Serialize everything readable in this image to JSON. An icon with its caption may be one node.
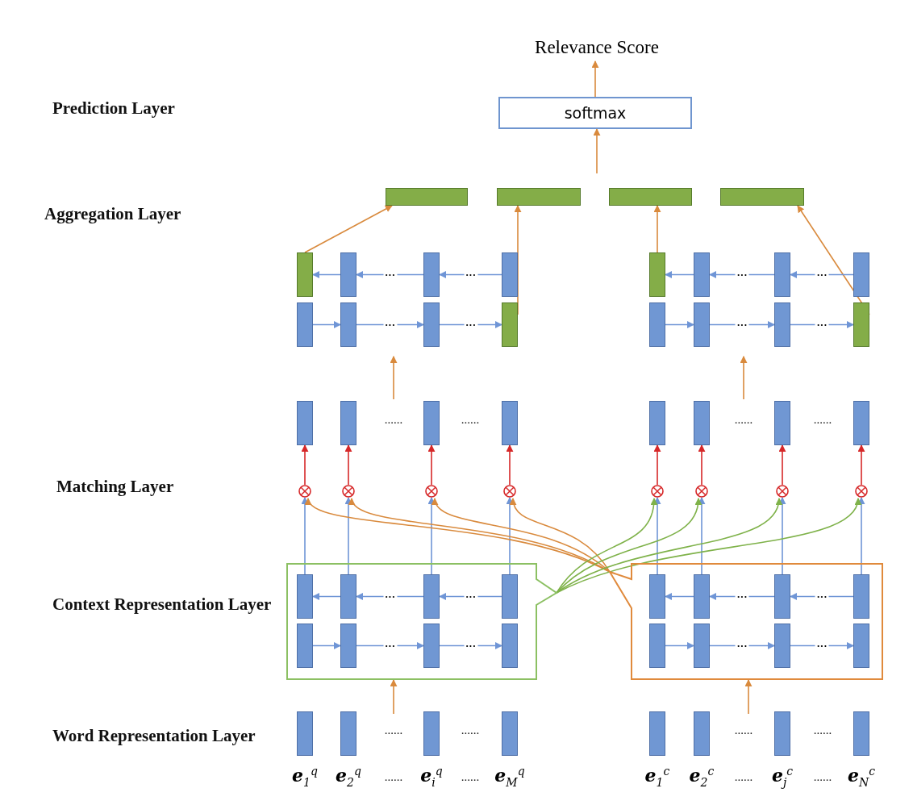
{
  "diagram": {
    "nodes": [
      {
        "text": [
          "Relevance Score"
        ]
      },
      {
        "text": [
          "softmax"
        ]
      },
      {
        "text": [],
        "shape": "bar"
      },
      {
        "text": [],
        "shape": "bar"
      },
      {
        "text": [],
        "shape": "bar"
      },
      {
        "text": [],
        "shape": "bar"
      },
      {
        "text": [],
        "shape": "bar"
      },
      {
        "text": [],
        "shape": "bar"
      },
      {
        "text": [],
        "shape": "bar"
      },
      {
        "text": [],
        "shape": "bar"
      },
      {
        "text": [],
        "shape": "bar"
      },
      {
        "text": [],
        "shape": "bar"
      },
      {
        "text": [],
        "shape": "bar"
      },
      {
        "text": [],
        "shape": "bar"
      },
      {
        "text": [],
        "shape": "bar"
      },
      {
        "text": [],
        "shape": "bar"
      },
      {
        "text": [],
        "shape": "bar"
      },
      {
        "text": [],
        "shape": "bar"
      },
      {
        "text": [],
        "shape": "bar"
      },
      {
        "text": [],
        "shape": "bar"
      },
      {
        "text": [],
        "shape": "bar"
      },
      {
        "text": [],
        "shape": "bar"
      },
      {
        "text": [],
        "shape": "bar"
      },
      {
        "text": [],
        "shape": "bar"
      },
      {
        "text": [],
        "shape": "bar"
      },
      {
        "text": [],
        "shape": "bar"
      },
      {
        "text": [],
        "shape": "bar"
      },
      {
        "text": [],
        "shape": "bar"
      },
      {
        "text": [],
        "shape": "bar"
      },
      {
        "text": [],
        "shape": "bar"
      },
      {
        "text": [],
        "shape": "circle"
      },
      {
        "text": [],
        "shape": "circle"
      },
      {
        "text": [],
        "shape": "circle"
      },
      {
        "text": [],
        "shape": "circle"
      },
      {
        "text": [],
        "shape": "circle"
      },
      {
        "text": [],
        "shape": "circle"
      },
      {
        "text": [],
        "shape": "circle"
      },
      {
        "text": [],
        "shape": "circle"
      },
      {
        "text": [],
        "shape": "box"
      },
      {
        "text": [],
        "shape": "bar",
        "in": 38
      },
      {
        "text": [],
        "shape": "bar",
        "in": 38
      },
      {
        "text": [],
        "shape": "bar",
        "in": 38
      },
      {
        "text": [],
        "shape": "bar",
        "in": 38
      },
      {
        "text": [],
        "shape": "bar",
        "in": 38
      },
      {
        "text": [],
        "shape": "bar",
        "in": 38
      },
      {
        "text": [],
        "shape": "bar",
        "in": 38
      },
      {
        "text": [],
        "shape": "bar",
        "in": 38
      },
      {
        "text": [],
        "shape": "box"
      },
      {
        "text": [],
        "shape": "bar",
        "in": 47
      },
      {
        "text": [],
        "shape": "bar",
        "in": 47
      },
      {
        "text": [],
        "shape": "bar",
        "in": 47
      },
      {
        "text": [],
        "shape": "bar",
        "in": 47
      },
      {
        "text": [],
        "shape": "bar",
        "in": 47
      },
      {
        "text": [],
        "shape": "bar",
        "in": 47
      },
      {
        "text": [],
        "shape": "bar",
        "in": 47
      },
      {
        "text": [],
        "shape": "bar",
        "in": 47
      },
      {
        "text": [],
        "shape": "bar"
      },
      {
        "text": [],
        "shape": "bar"
      },
      {
        "text": [],
        "shape": "bar"
      },
      {
        "text": [],
        "shape": "bar"
      },
      {
        "text": [],
        "shape": "bar"
      },
      {
        "text": [],
        "shape": "bar"
      },
      {
        "text": [],
        "shape": "bar"
      },
      {
        "text": [],
        "shape": "bar"
      }
    ],
    "edges": [
      {
        "from": 1,
        "to": 0,
        "arrow": "to",
        "color": "#d98a3d"
      },
      {
        "from": null,
        "to": 1,
        "arrow": "to",
        "color": "#d98a3d"
      },
      {
        "from": 6,
        "to": 2,
        "arrow": "to",
        "color": "#d98a3d"
      },
      {
        "from": 13,
        "to": 3,
        "arrow": "to",
        "color": "#d98a3d"
      },
      {
        "from": 14,
        "to": 4,
        "arrow": "to",
        "color": "#d98a3d"
      },
      {
        "from": 21,
        "to": 5,
        "arrow": "to",
        "color": "#d98a3d"
      },
      {
        "from": 7,
        "to": 6,
        "arrow": "to"
      },
      {
        "from": 8,
        "to": 7,
        "arrow": "to",
        "label": "···"
      },
      {
        "from": 9,
        "to": 8,
        "arrow": "to",
        "label": "···"
      },
      {
        "from": 10,
        "to": 11,
        "arrow": "to"
      },
      {
        "from": 11,
        "to": 12,
        "arrow": "to",
        "label": "···"
      },
      {
        "from": 12,
        "to": 13,
        "arrow": "to",
        "label": "···"
      },
      {
        "from": 15,
        "to": 14,
        "arrow": "to"
      },
      {
        "from": 16,
        "to": 15,
        "arrow": "to",
        "label": "···"
      },
      {
        "from": 17,
        "to": 16,
        "arrow": "to",
        "label": "···"
      },
      {
        "from": 18,
        "to": 19,
        "arrow": "to"
      },
      {
        "from": 19,
        "to": 20,
        "arrow": "to",
        "label": "···"
      },
      {
        "from": 20,
        "to": 21,
        "arrow": "to",
        "label": "···"
      },
      {
        "from": 30,
        "to": 22,
        "arrow": "to",
        "color": "#d62728"
      },
      {
        "from": 31,
        "to": 23,
        "arrow": "to",
        "color": "#d62728"
      },
      {
        "from": 32,
        "to": 24,
        "arrow": "to",
        "color": "#d62728"
      },
      {
        "from": 33,
        "to": 25,
        "arrow": "to",
        "color": "#d62728"
      },
      {
        "from": 34,
        "to": 26,
        "arrow": "to",
        "color": "#d62728"
      },
      {
        "from": 35,
        "to": 27,
        "arrow": "to",
        "color": "#d62728"
      },
      {
        "from": 36,
        "to": 28,
        "arrow": "to",
        "color": "#d62728"
      },
      {
        "from": 37,
        "to": 29,
        "arrow": "to",
        "color": "#d62728"
      },
      {
        "from": 39,
        "to": 30,
        "arrow": "to"
      },
      {
        "from": 40,
        "to": 31,
        "arrow": "to"
      },
      {
        "from": 41,
        "to": 32,
        "arrow": "to"
      },
      {
        "from": 42,
        "to": 33,
        "arrow": "to"
      },
      {
        "from": 48,
        "to": 34,
        "arrow": "to"
      },
      {
        "from": 49,
        "to": 35,
        "arrow": "to"
      },
      {
        "from": 50,
        "to": 36,
        "arrow": "to"
      },
      {
        "from": 51,
        "to": 37,
        "arrow": "to"
      },
      {
        "from": 47,
        "to": 30,
        "arrow": "to",
        "color": "#d98a3d"
      },
      {
        "from": 47,
        "to": 31,
        "arrow": "to",
        "color": "#d98a3d"
      },
      {
        "from": 47,
        "to": 32,
        "arrow": "to",
        "color": "#d98a3d"
      },
      {
        "from": 47,
        "to": 33,
        "arrow": "to",
        "color": "#d98a3d"
      },
      {
        "from": 38,
        "to": 34,
        "arrow": "to",
        "color": "#7fb24a"
      },
      {
        "from": 38,
        "to": 35,
        "arrow": "to",
        "color": "#7fb24a"
      },
      {
        "from": 38,
        "to": 36,
        "arrow": "to",
        "color": "#7fb24a"
      },
      {
        "from": 38,
        "to": 37,
        "arrow": "to",
        "color": "#7fb24a"
      },
      {
        "from": 40,
        "to": 39,
        "arrow": "to"
      },
      {
        "from": 41,
        "to": 40,
        "arrow": "to",
        "label": "···"
      },
      {
        "from": 42,
        "to": 41,
        "arrow": "to",
        "label": "···"
      },
      {
        "from": 43,
        "to": 44,
        "arrow": "to"
      },
      {
        "from": 44,
        "to": 45,
        "arrow": "to",
        "label": "···"
      },
      {
        "from": 45,
        "to": 46,
        "arrow": "to",
        "label": "···"
      },
      {
        "from": 49,
        "to": 48,
        "arrow": "to"
      },
      {
        "from": 50,
        "to": 49,
        "arrow": "to",
        "label": "···"
      },
      {
        "from": 51,
        "to": 50,
        "arrow": "to",
        "label": "···"
      },
      {
        "from": 52,
        "to": 53,
        "arrow": "to"
      },
      {
        "from": 53,
        "to": 54,
        "arrow": "to",
        "label": "···"
      },
      {
        "from": 54,
        "to": 55,
        "arrow": "to",
        "label": "···"
      },
      {
        "from": null,
        "to": 38,
        "arrow": "to",
        "color": "#d98a3d"
      },
      {
        "from": null,
        "to": 47,
        "arrow": "to",
        "color": "#d98a3d"
      }
    ],
    "labels": [
      "Prediction Layer",
      "Aggregation Layer",
      "......",
      "......",
      "......",
      "......",
      "Matching Layer",
      "Context Representation Layer",
      "......",
      "......",
      "......",
      "......",
      "Word Representation Layer",
      "**e**$_{1}$$^{q}$",
      "**e**$_{2}$$^{q}$",
      "......",
      "**e**$_{i}$$^{q}$",
      "......",
      "**e**$_{M}$$^{q}$",
      "**e**$_{1}$$^{c}$",
      "**e**$_{2}$$^{c}$",
      "......",
      "**e**$_{j}$$^{c}$",
      "......",
      "**e**$_{N}$$^{c}$"
    ]
  }
}
